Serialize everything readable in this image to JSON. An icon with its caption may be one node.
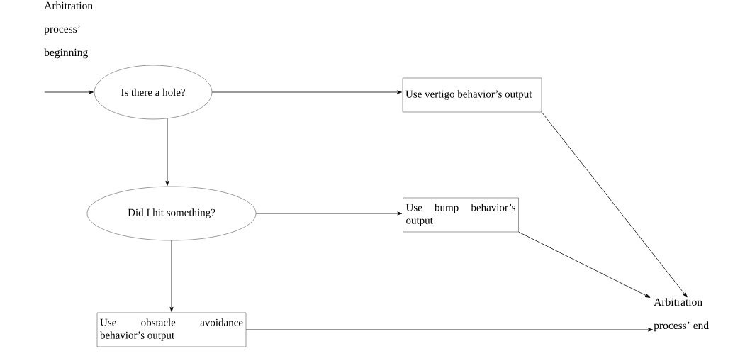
{
  "diagram": {
    "nodes": [
      {
        "text": [
          "Is there a hole?"
        ]
      },
      {
        "text": [
          "Use vertigo behavior’s output"
        ]
      },
      {
        "text": [
          "Did I hit something?"
        ]
      },
      {
        "text": [
          "Use bump behavior’s output"
        ]
      },
      {
        "text": [
          "Use obstacle avoidance behavior’s output"
        ]
      },
      {
        "text": [
          "Arbitration process’ end"
        ]
      }
    ],
    "edges": [
      {
        "from": null,
        "to": 0,
        "arrow": "to"
      },
      {
        "from": 0,
        "to": 1,
        "arrow": "to"
      },
      {
        "from": 0,
        "to": 2,
        "arrow": "to"
      },
      {
        "from": 2,
        "to": 3,
        "arrow": "to"
      },
      {
        "from": 2,
        "to": 4,
        "arrow": "to"
      },
      {
        "from": 1,
        "to": 5,
        "arrow": "to"
      },
      {
        "from": 3,
        "to": 5,
        "arrow": "to"
      },
      {
        "from": 4,
        "to": 5,
        "arrow": "to"
      }
    ],
    "labels": [
      "Arbitration process’ beginning"
    ]
  }
}
